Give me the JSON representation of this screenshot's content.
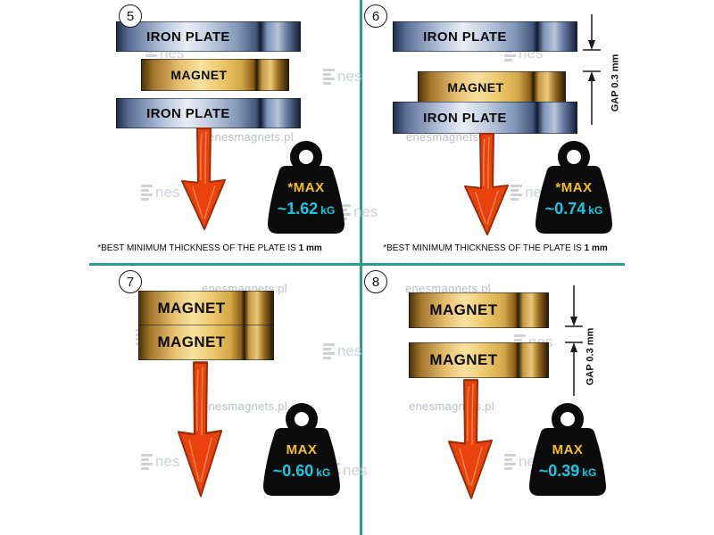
{
  "colors": {
    "divider": "#2a9d8f",
    "arrow": "#e8430f",
    "max_text": "#f2c21d",
    "value_text": "#14c9e2"
  },
  "watermarks": {
    "site": "enesmagnets.pl",
    "logo_suffix": "nes"
  },
  "panels": [
    {
      "number": "5",
      "layers": [
        "IRON PLATE",
        "MAGNET",
        "IRON PLATE"
      ],
      "weight": {
        "max_label": "*MAX",
        "value": "~1.62",
        "unit": "kG"
      },
      "footnote": {
        "text": "*BEST MINIMUM THICKNESS OF THE PLATE IS",
        "bold": "1 mm"
      }
    },
    {
      "number": "6",
      "layers": [
        "IRON PLATE",
        "MAGNET",
        "IRON PLATE"
      ],
      "gap_label": "GAP 0.3 mm",
      "weight": {
        "max_label": "*MAX",
        "value": "~0.74",
        "unit": "kG"
      },
      "footnote": {
        "text": "*BEST MINIMUM THICKNESS OF THE PLATE IS",
        "bold": "1 mm"
      }
    },
    {
      "number": "7",
      "layers": [
        "MAGNET",
        "MAGNET"
      ],
      "weight": {
        "max_label": "MAX",
        "value": "~0.60",
        "unit": "kG"
      }
    },
    {
      "number": "8",
      "layers": [
        "MAGNET",
        "MAGNET"
      ],
      "gap_label": "GAP 0.3 mm",
      "weight": {
        "max_label": "MAX",
        "value": "~0.39",
        "unit": "kG"
      }
    }
  ]
}
